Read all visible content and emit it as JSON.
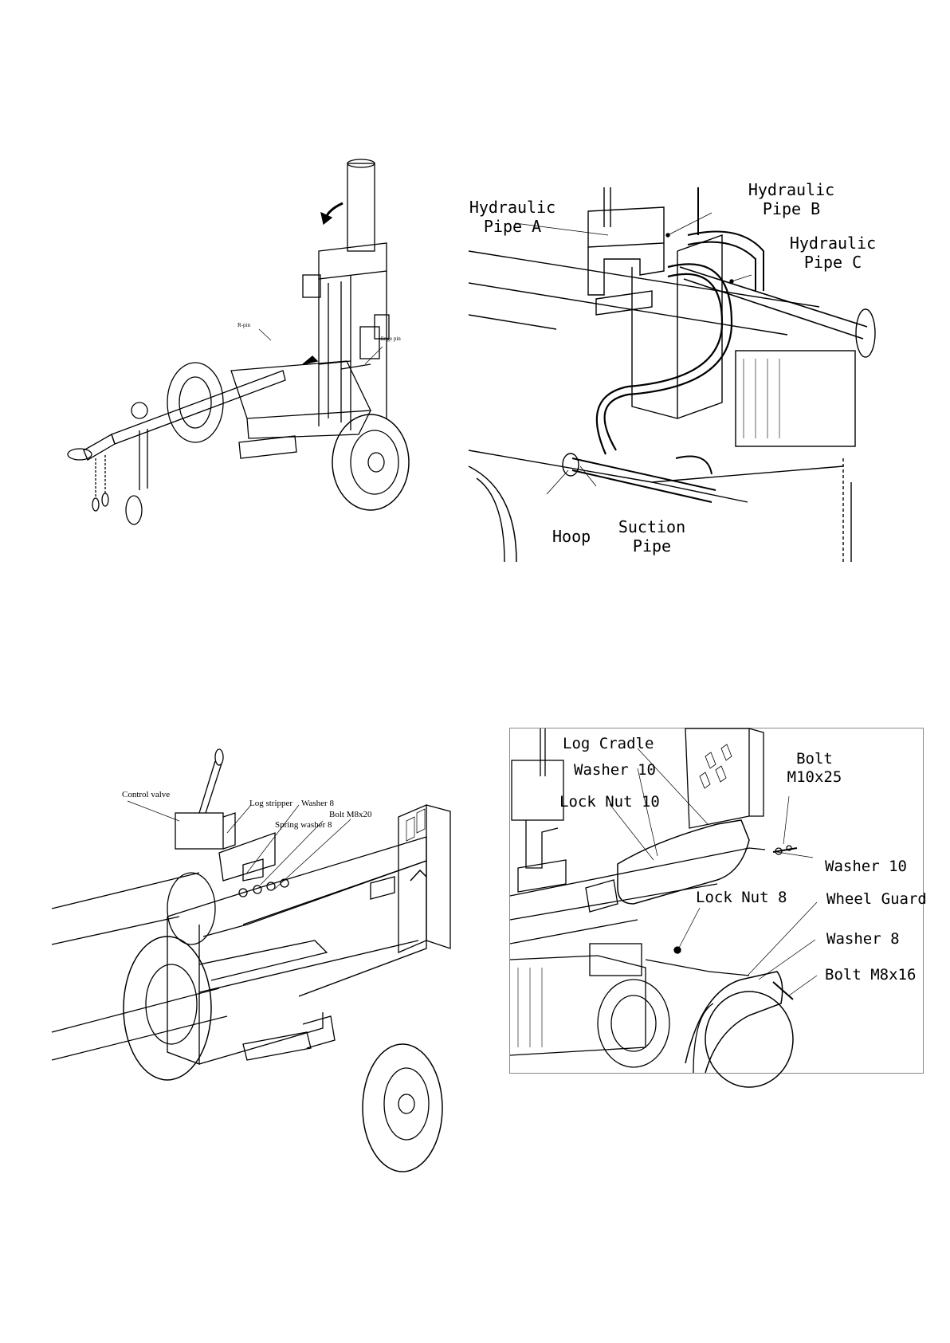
{
  "diagram1": {
    "labels": {
      "r_pin": "R-pin",
      "hinge_pin": "Hinge pin"
    }
  },
  "diagram2": {
    "labels": {
      "pipe_a": [
        "Hydraulic",
        "Pipe A"
      ],
      "pipe_b": [
        "Hydraulic",
        "Pipe B"
      ],
      "pipe_c": [
        "Hydraulic",
        "Pipe C"
      ],
      "hoop": "Hoop",
      "suction": [
        "Suction",
        "Pipe"
      ]
    }
  },
  "diagram3": {
    "labels": {
      "control_valve": "Control valve",
      "log_stripper": "Log stripper",
      "washer_8": "Washer 8",
      "spring_washer_8": "Spring washer 8",
      "bolt_m8x20": "Bolt M8x20"
    }
  },
  "diagram4": {
    "labels": {
      "log_cradle": "Log Cradle",
      "washer_10_a": "Washer 10",
      "lock_nut_10": "Lock Nut 10",
      "bolt_m10x25": [
        "Bolt",
        "M10x25"
      ],
      "washer_10_b": "Washer 10",
      "lock_nut_8": "Lock Nut 8",
      "wheel_guard": "Wheel Guard",
      "washer_8": "Washer 8",
      "bolt_m8x16": "Bolt M8x16"
    }
  }
}
